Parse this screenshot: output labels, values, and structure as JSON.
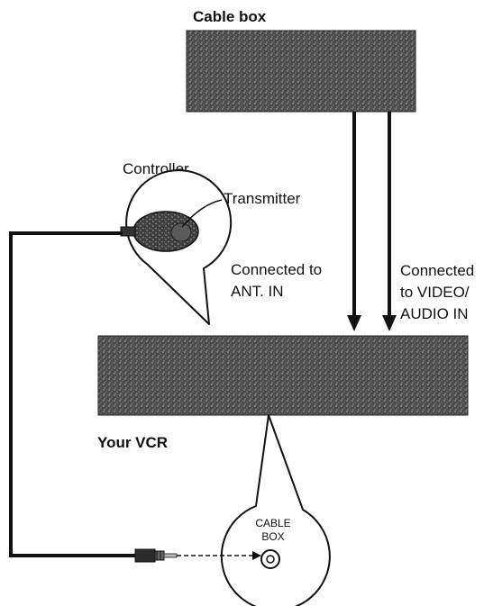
{
  "labels": {
    "cable_box": "Cable box",
    "controller": "Controller",
    "transmitter": "Transmitter",
    "connected_ant_line1": "Connected to",
    "connected_ant_line2": "ANT. IN",
    "connected_av_line1": "Connected",
    "connected_av_line2": "to VIDEO/",
    "connected_av_line3": "AUDIO IN",
    "your_vcr": "Your VCR",
    "jack_line1": "CABLE",
    "jack_line2": "BOX"
  },
  "colors": {
    "device_fill": "#555555",
    "device_stipple": "#8a8a8a",
    "line": "#111111"
  }
}
